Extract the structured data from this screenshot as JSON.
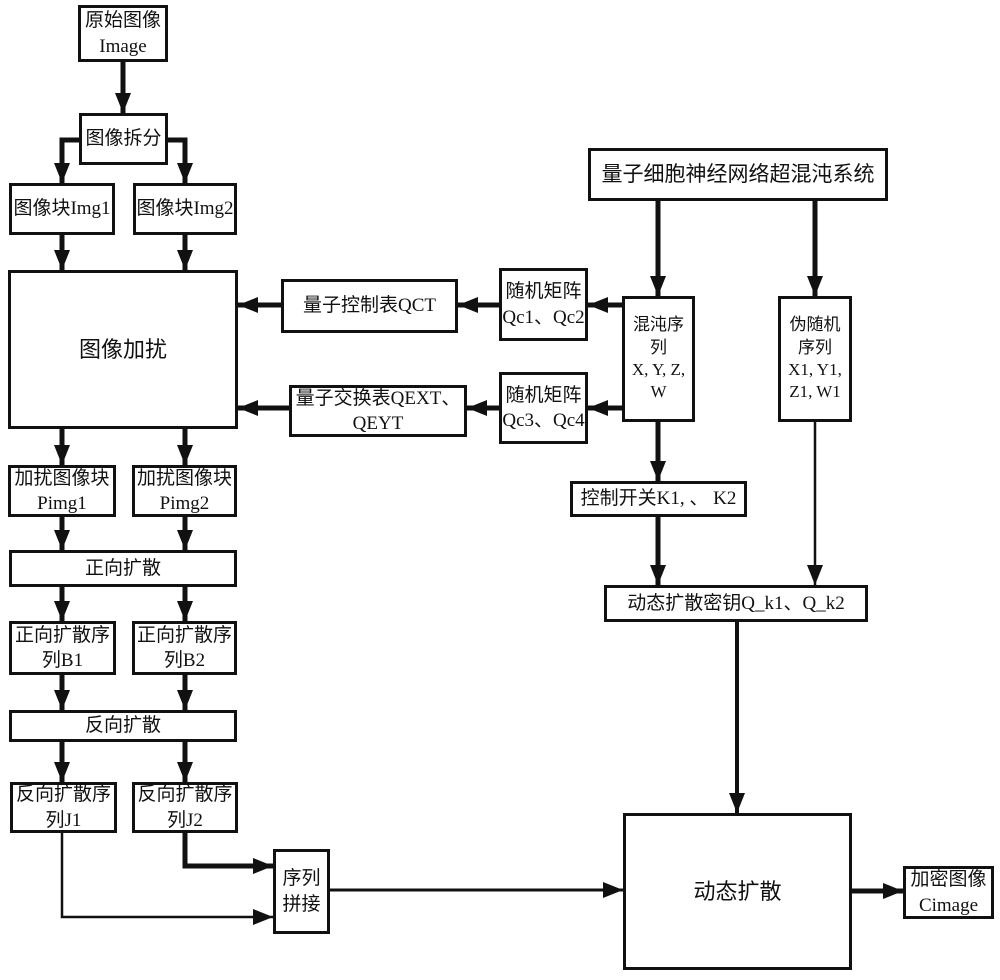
{
  "figure": {
    "background_color": "#ffffff",
    "ink_color": "#111111",
    "description_type": "flowchart"
  },
  "nodes": {
    "original_image": {
      "label": "原始图像\nImage"
    },
    "image_split": {
      "label": "图像拆分"
    },
    "img1": {
      "label": "图像块Img1"
    },
    "img2": {
      "label": "图像块Img2"
    },
    "scramble": {
      "label": "图像加扰"
    },
    "pimg1": {
      "label": "加扰图像块\nPimg1"
    },
    "pimg2": {
      "label": "加扰图像块\nPimg2"
    },
    "forward_diffusion": {
      "label": "正向扩散"
    },
    "b1": {
      "label": "正向扩散序\n列B1"
    },
    "b2": {
      "label": "正向扩散序\n列B2"
    },
    "backward_diffusion": {
      "label": "反向扩散"
    },
    "j1": {
      "label": "反向扩散序\n列J1"
    },
    "j2": {
      "label": "反向扩散序\n列J2"
    },
    "sequence_concat": {
      "label": "序列\n拼接"
    },
    "qct": {
      "label": "量子控制表QCT"
    },
    "qext": {
      "label": "量子交换表QEXT、\nQEYT"
    },
    "qc12": {
      "label": "随机矩阵\nQc1、Qc2"
    },
    "qc34": {
      "label": "随机矩阵\nQc3、Qc4"
    },
    "qcnn": {
      "label": "量子细胞神经网络超混沌系统"
    },
    "chaos_sequence": {
      "label": "混沌序\n列\nX, Y, Z,\nW"
    },
    "pseudo_random_sequence": {
      "label": "伪随机\n序列\nX1, Y1,\nZ1, W1"
    },
    "control_switch": {
      "label": "控制开关K1, 、 K2"
    },
    "dynamic_diffusion_key": {
      "label": "动态扩散密钥Q_k1、Q_k2"
    },
    "dynamic_diffusion": {
      "label": "动态扩散"
    },
    "cimage": {
      "label": "加密图像\nCimage"
    }
  }
}
